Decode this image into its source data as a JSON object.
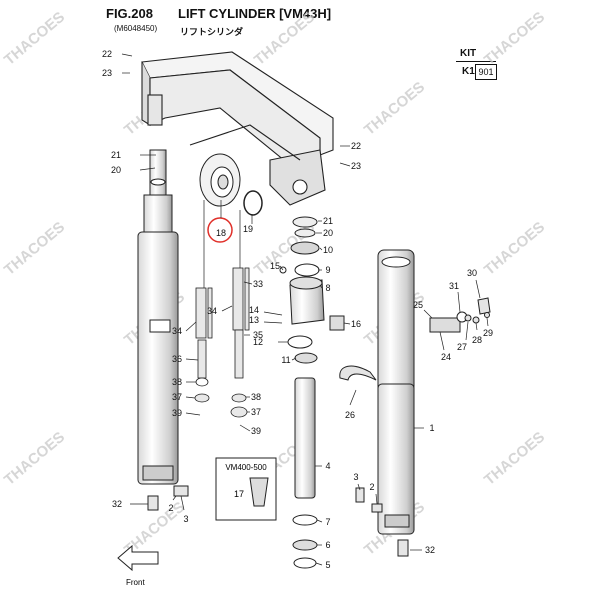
{
  "header": {
    "fig": "FIG.208",
    "title": "LIFT CYLINDER [VM43H]",
    "model_code": "(M6048450)",
    "japanese_title": "リフトシリンダ"
  },
  "kit_box": {
    "label": "KIT",
    "row_label": "K1",
    "row_value": "901"
  },
  "inset": {
    "label": "VM400-500",
    "part": "17"
  },
  "direction": {
    "label": "Front"
  },
  "watermark": "THACOES",
  "highlight": {
    "part": "18",
    "color": "#e0302a"
  },
  "callouts": [
    {
      "id": "c22a",
      "text": "22"
    },
    {
      "id": "c23a",
      "text": "23"
    },
    {
      "id": "c21a",
      "text": "21"
    },
    {
      "id": "c20a",
      "text": "20"
    },
    {
      "id": "c18",
      "text": "18"
    },
    {
      "id": "c19",
      "text": "19"
    },
    {
      "id": "c22b",
      "text": "22"
    },
    {
      "id": "c23b",
      "text": "23"
    },
    {
      "id": "c21b",
      "text": "21"
    },
    {
      "id": "c20b",
      "text": "20"
    },
    {
      "id": "c10",
      "text": "10"
    },
    {
      "id": "c9",
      "text": "9"
    },
    {
      "id": "c15",
      "text": "15"
    },
    {
      "id": "c8",
      "text": "8"
    },
    {
      "id": "c33",
      "text": "33"
    },
    {
      "id": "c14",
      "text": "14"
    },
    {
      "id": "c13",
      "text": "13"
    },
    {
      "id": "c16",
      "text": "16"
    },
    {
      "id": "c34a",
      "text": "34"
    },
    {
      "id": "c34b",
      "text": "34"
    },
    {
      "id": "c35",
      "text": "35"
    },
    {
      "id": "c12",
      "text": "12"
    },
    {
      "id": "c36",
      "text": "36"
    },
    {
      "id": "c11",
      "text": "11"
    },
    {
      "id": "c38a",
      "text": "38"
    },
    {
      "id": "c38b",
      "text": "38"
    },
    {
      "id": "c37a",
      "text": "37"
    },
    {
      "id": "c37b",
      "text": "37"
    },
    {
      "id": "c39a",
      "text": "39"
    },
    {
      "id": "c39b",
      "text": "39"
    },
    {
      "id": "c30",
      "text": "30"
    },
    {
      "id": "c31",
      "text": "31"
    },
    {
      "id": "c25",
      "text": "25"
    },
    {
      "id": "c29",
      "text": "29"
    },
    {
      "id": "c27",
      "text": "27"
    },
    {
      "id": "c28",
      "text": "28"
    },
    {
      "id": "c24",
      "text": "24"
    },
    {
      "id": "c26",
      "text": "26"
    },
    {
      "id": "c1",
      "text": "1"
    },
    {
      "id": "c4",
      "text": "4"
    },
    {
      "id": "c3a",
      "text": "3"
    },
    {
      "id": "c2a",
      "text": "2"
    },
    {
      "id": "c32a",
      "text": "32"
    },
    {
      "id": "c2b",
      "text": "2"
    },
    {
      "id": "c3b",
      "text": "3"
    },
    {
      "id": "c7",
      "text": "7"
    },
    {
      "id": "c6",
      "text": "6"
    },
    {
      "id": "c5",
      "text": "5"
    },
    {
      "id": "c32b",
      "text": "32"
    }
  ]
}
